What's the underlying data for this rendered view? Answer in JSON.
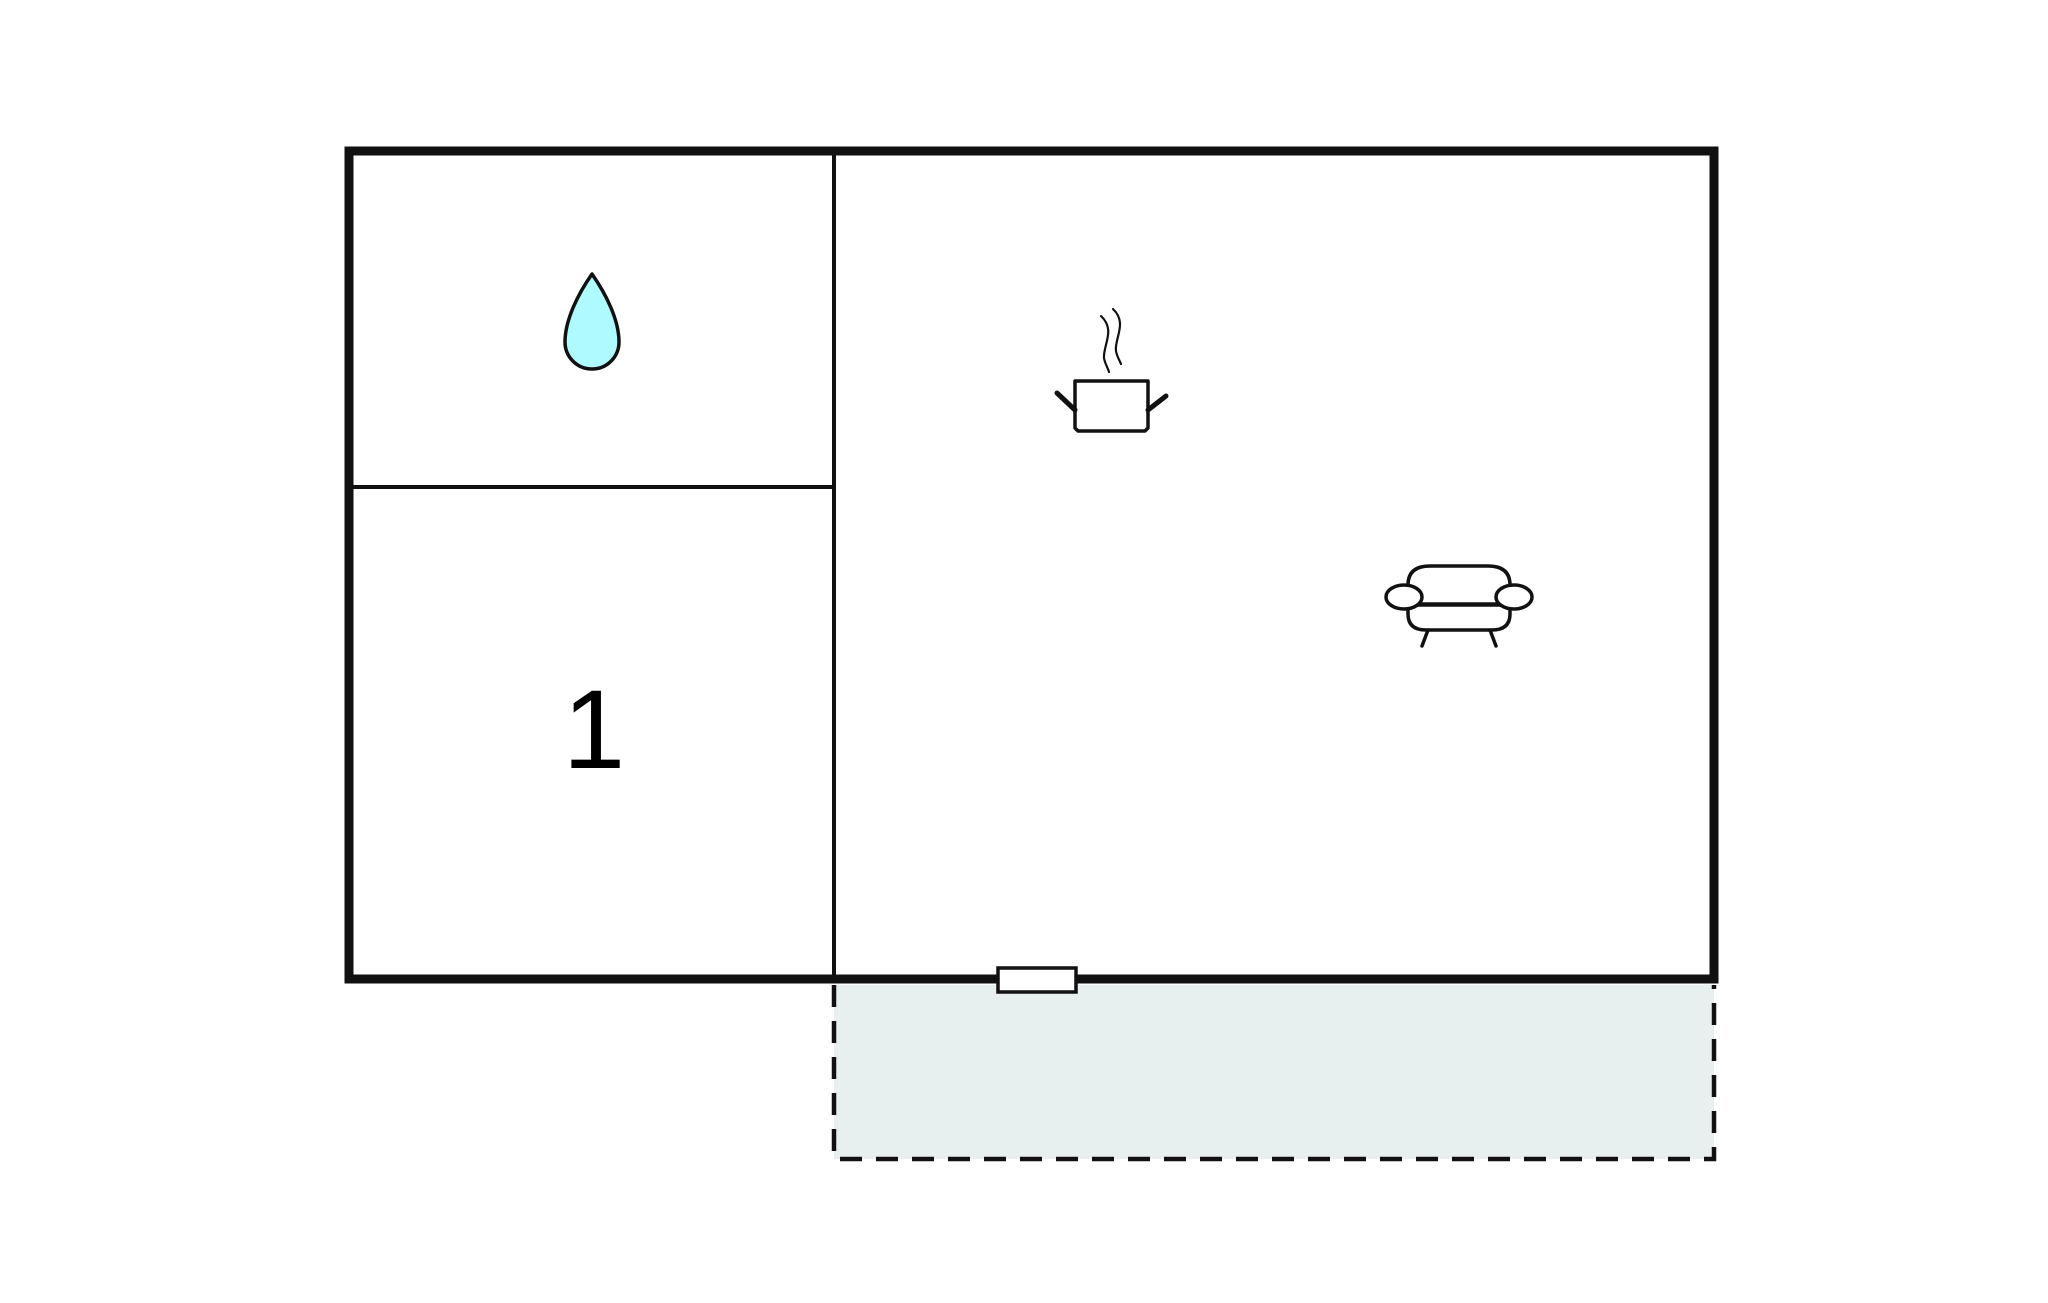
{
  "plan": {
    "colors": {
      "wall": "#111111",
      "terrace_fill": "#e8f0ef",
      "water_fill": "#aefaff",
      "background": "#ffffff"
    },
    "rooms": [
      {
        "id": "bathroom",
        "icon": "water-drop-icon",
        "label": ""
      },
      {
        "id": "bedroom",
        "icon": "",
        "label": "1"
      },
      {
        "id": "kitchen-living",
        "icons": [
          "cooking-pot-icon",
          "sofa-icon"
        ],
        "label": ""
      }
    ],
    "terrace": {
      "style": "dashed"
    },
    "door": {
      "icon": "door-icon"
    }
  }
}
